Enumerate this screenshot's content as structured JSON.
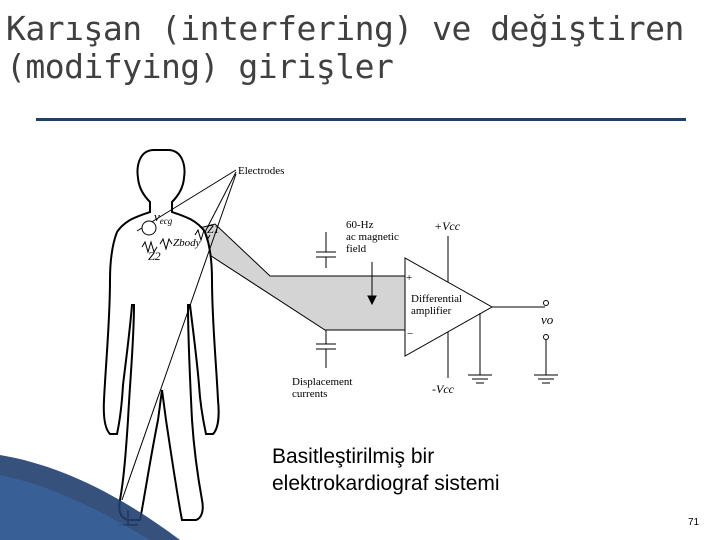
{
  "title": "Karışan (interfering) ve değiştiren (modifying) girişler",
  "diagram": {
    "electrodes_label": "Electrodes",
    "vecg_label": "vecg",
    "vecg_symbol": "v",
    "vecg_subscript": "ecg",
    "z1_label": "Z1",
    "z2_label": "Z2",
    "zbody_label": "Zbody",
    "field_label_line1": "60-Hz",
    "field_label_line2": "ac magnetic",
    "field_label_line3": "field",
    "vcc_pos_label": "+Vcc",
    "vcc_neg_label": "-Vcc",
    "plus_label": "+",
    "minus_label": "−",
    "amp_label_line1": "Differential",
    "amp_label_line2": "amplifier",
    "vo_label": "vo",
    "displacement_line1": "Displacement",
    "displacement_line2": "currents"
  },
  "caption_line1": "Basitleştirilmiş bir",
  "caption_line2": "elektrokardiograf sistemi",
  "page_number": "71",
  "colors": {
    "title": "#404040",
    "rule": "#1f3e6e",
    "wave": "#1f3e6e",
    "band": "#d4d4d4"
  }
}
